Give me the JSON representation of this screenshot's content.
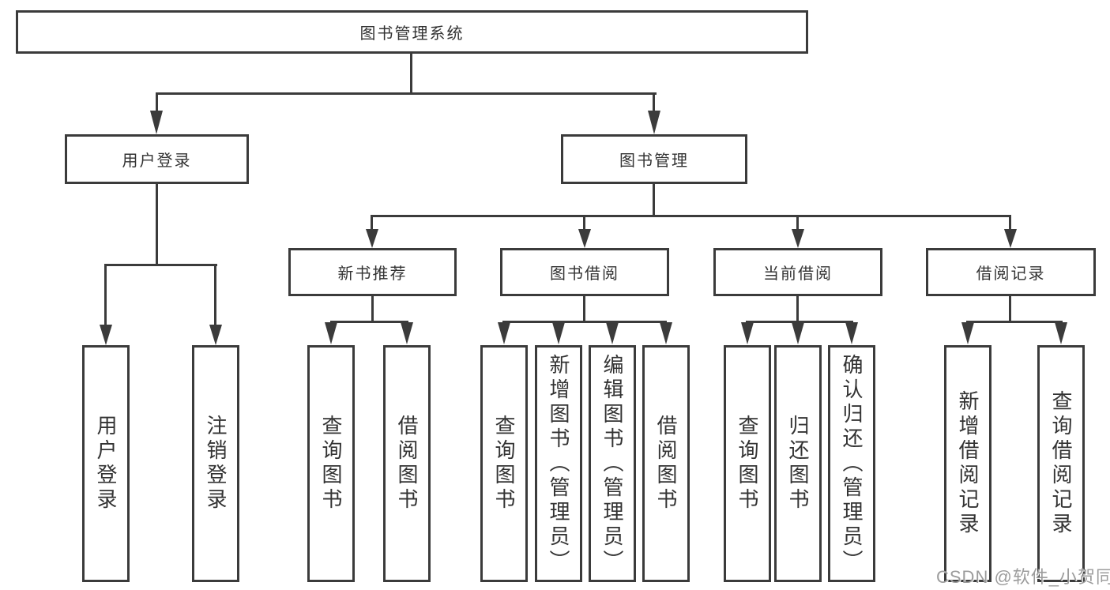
{
  "tree": {
    "root": "图书管理系统",
    "branches": [
      {
        "label": "用户登录",
        "leaves": [
          "用户登录",
          "注销登录"
        ]
      },
      {
        "label": "图书管理",
        "groups": [
          {
            "label": "新书推荐",
            "leaves": [
              "查询图书",
              "借阅图书"
            ]
          },
          {
            "label": "图书借阅",
            "leaves": [
              "查询图书",
              "新增图书（管理员）",
              "编辑图书（管理员）",
              "借阅图书"
            ]
          },
          {
            "label": "当前借阅",
            "leaves": [
              "查询图书",
              "归还图书",
              "确认归还（管理员）"
            ]
          },
          {
            "label": "借阅记录",
            "leaves": [
              "新增借阅记录",
              "查询借阅记录"
            ]
          }
        ]
      }
    ]
  },
  "watermark": "CSDN @软件_小贺同学",
  "colors": {
    "line": "#3b3b3b",
    "text": "#333333",
    "watermark": "#9c9c9c",
    "background": "#ffffff"
  }
}
